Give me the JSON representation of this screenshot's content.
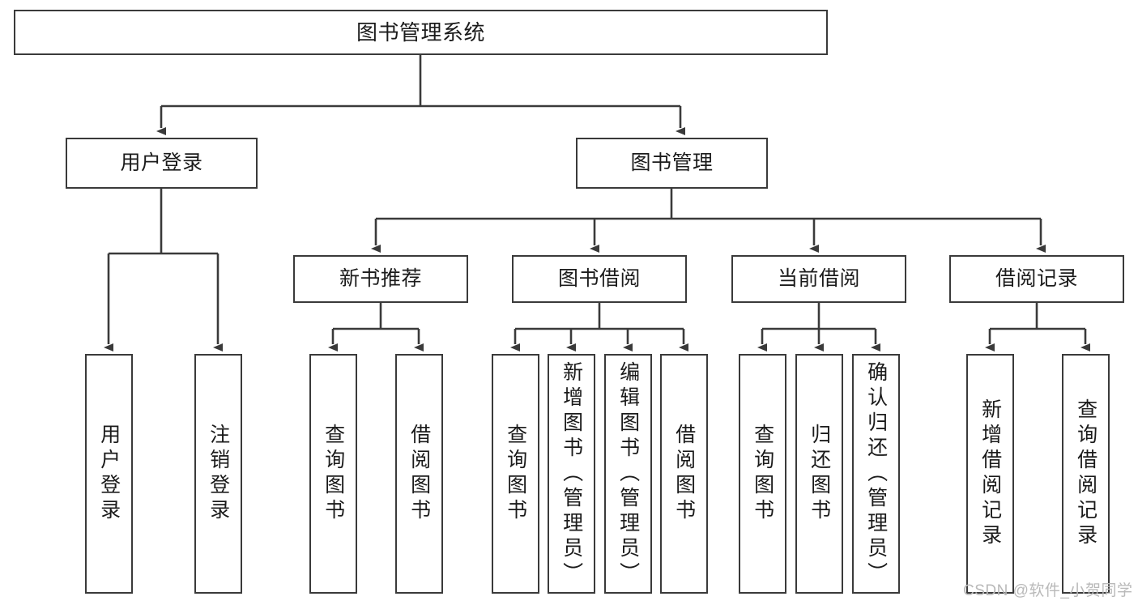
{
  "diagram": {
    "title": "图书管理系统",
    "type": "tree",
    "colors": {
      "stroke": "#3a3a3a",
      "fill": "#ffffff",
      "text": "#1b1b1b",
      "watermark": "#b9b9b9"
    },
    "root": {
      "label": "图书管理系统"
    },
    "level2": [
      {
        "label": "用户登录"
      },
      {
        "label": "图书管理"
      }
    ],
    "level3": [
      {
        "label": "新书推荐"
      },
      {
        "label": "图书借阅"
      },
      {
        "label": "当前借阅"
      },
      {
        "label": "借阅记录"
      }
    ],
    "leaves": {
      "user_login": [
        {
          "label": "用户登录"
        },
        {
          "label": "注销登录"
        }
      ],
      "new_book": [
        {
          "label": "查询图书"
        },
        {
          "label": "借阅图书"
        }
      ],
      "book_borrow": [
        {
          "label": "查询图书"
        },
        {
          "label": "新增图书（管理员）"
        },
        {
          "label": "编辑图书（管理员）"
        },
        {
          "label": "借阅图书"
        }
      ],
      "current_borrow": [
        {
          "label": "查询图书"
        },
        {
          "label": "归还图书"
        },
        {
          "label": "确认归还（管理员）"
        }
      ],
      "borrow_record": [
        {
          "label": "新增借阅记录"
        },
        {
          "label": "查询借阅记录"
        }
      ]
    }
  },
  "watermark": {
    "text": "CSDN @软件_小贺同学"
  }
}
